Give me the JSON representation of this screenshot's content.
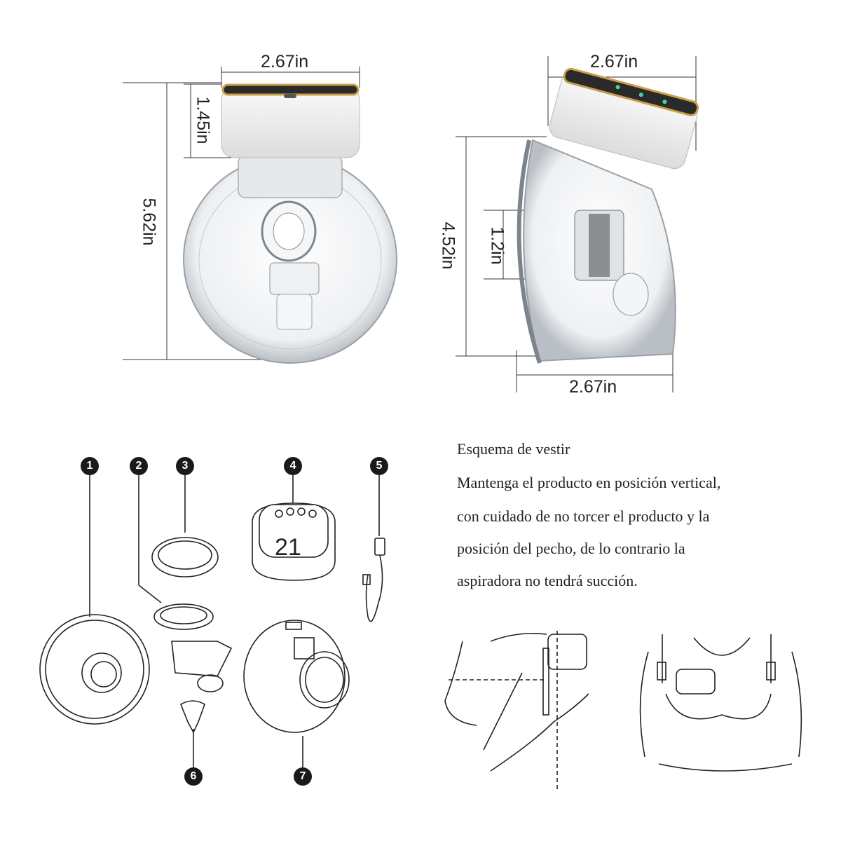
{
  "dimensions": {
    "front_width": "2.67in",
    "front_cap_height": "1.45in",
    "front_total_height": "5.62in",
    "side_top_width": "2.67in",
    "side_height": "4.52in",
    "side_inner": "1.2in",
    "side_bottom_width": "2.67in"
  },
  "parts": [
    "1",
    "2",
    "3",
    "4",
    "5",
    "6",
    "7"
  ],
  "display_digits": "21",
  "instructions": {
    "title": "Esquema de vestir",
    "lines": [
      "Mantenga el producto en posición vertical,",
      "con cuidado de no torcer el producto y la",
      "posición del pecho, de lo contrario la",
      "aspiradora no tendrá succión."
    ]
  },
  "colors": {
    "accent_gold": "#c9a04a",
    "cap_white": "#f2f2f2",
    "panel_dark": "#2a2a2a",
    "led_green": "#3fd99a"
  }
}
